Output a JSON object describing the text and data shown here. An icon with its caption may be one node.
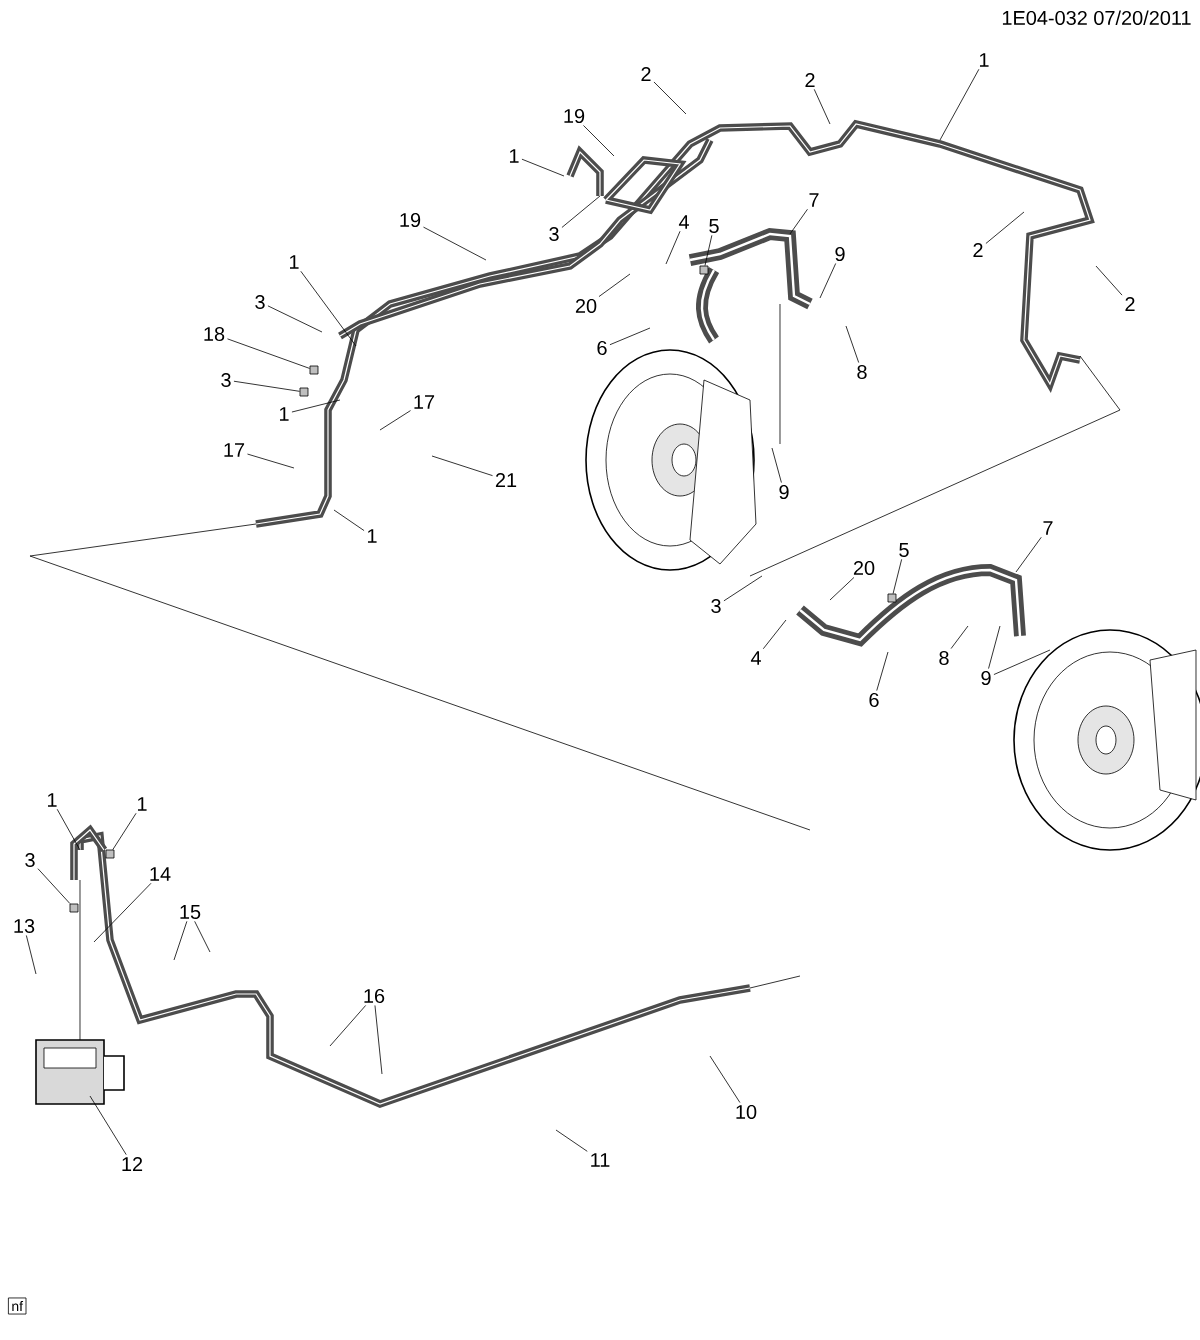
{
  "diagram": {
    "nodes": [
      {
        "text": [
          "1"
        ]
      },
      {
        "text": [
          "2"
        ]
      },
      {
        "text": [
          "2"
        ]
      },
      {
        "text": [
          "19"
        ]
      },
      {
        "text": [
          "1"
        ]
      },
      {
        "text": [
          "7"
        ]
      },
      {
        "text": [
          "19"
        ]
      },
      {
        "text": [
          "4"
        ]
      },
      {
        "text": [
          "5"
        ]
      },
      {
        "text": [
          "3"
        ]
      },
      {
        "text": [
          "2"
        ]
      },
      {
        "text": [
          "9"
        ]
      },
      {
        "text": [
          "1"
        ]
      },
      {
        "text": [
          "3"
        ]
      },
      {
        "text": [
          "2"
        ]
      },
      {
        "text": [
          "20"
        ]
      },
      {
        "text": [
          "18"
        ]
      },
      {
        "text": [
          "6"
        ]
      },
      {
        "text": [
          "8"
        ]
      },
      {
        "text": [
          "3"
        ]
      },
      {
        "text": [
          "17"
        ]
      },
      {
        "text": [
          "1"
        ]
      },
      {
        "text": [
          "17"
        ]
      },
      {
        "text": [
          "21"
        ]
      },
      {
        "text": [
          "9"
        ]
      },
      {
        "text": [
          "7"
        ]
      },
      {
        "text": [
          "1"
        ]
      },
      {
        "text": [
          "5"
        ]
      },
      {
        "text": [
          "20"
        ]
      },
      {
        "text": [
          "3"
        ]
      },
      {
        "text": [
          "4"
        ]
      },
      {
        "text": [
          "8"
        ]
      },
      {
        "text": [
          "9"
        ]
      },
      {
        "text": [
          "6"
        ]
      },
      {
        "text": [
          "1"
        ]
      },
      {
        "text": [
          "1"
        ]
      },
      {
        "text": [
          "3"
        ]
      },
      {
        "text": [
          "14"
        ]
      },
      {
        "text": [
          "15"
        ]
      },
      {
        "text": [
          "13"
        ]
      },
      {
        "text": [
          "16"
        ]
      },
      {
        "text": [
          "10"
        ]
      },
      {
        "text": [
          "11"
        ]
      },
      {
        "text": [
          "12"
        ]
      },
      {
        "text": [],
        "shape": "box"
      },
      {
        "text": [],
        "shape": "box"
      },
      {
        "text": [],
        "shape": "box"
      },
      {
        "text": [],
        "shape": "box"
      },
      {
        "text": [],
        "shape": "box"
      },
      {
        "text": [],
        "shape": "box"
      }
    ],
    "edges": [
      {
        "from": 0,
        "to": null,
        "arrow": "none"
      },
      {
        "from": 1,
        "to": null,
        "arrow": "none"
      },
      {
        "from": 2,
        "to": null,
        "arrow": "none"
      },
      {
        "from": 3,
        "to": null,
        "arrow": "none"
      },
      {
        "from": 4,
        "to": null,
        "arrow": "none"
      },
      {
        "from": 5,
        "to": null,
        "arrow": "none"
      },
      {
        "from": 6,
        "to": null,
        "arrow": "none"
      },
      {
        "from": 7,
        "to": null,
        "arrow": "none"
      },
      {
        "from": 8,
        "to": 44,
        "arrow": "none"
      },
      {
        "from": 9,
        "to": null,
        "arrow": "none"
      },
      {
        "from": 10,
        "to": null,
        "arrow": "none"
      },
      {
        "from": 11,
        "to": null,
        "arrow": "none"
      },
      {
        "from": 12,
        "to": null,
        "arrow": "none"
      },
      {
        "from": 13,
        "to": null,
        "arrow": "none"
      },
      {
        "from": 14,
        "to": null,
        "arrow": "none"
      },
      {
        "from": 15,
        "to": null,
        "arrow": "none"
      },
      {
        "from": 16,
        "to": 45,
        "arrow": "none"
      },
      {
        "from": 17,
        "to": null,
        "arrow": "none"
      },
      {
        "from": 18,
        "to": null,
        "arrow": "none"
      },
      {
        "from": 19,
        "to": 46,
        "arrow": "none"
      },
      {
        "from": 20,
        "to": null,
        "arrow": "none"
      },
      {
        "from": 21,
        "to": null,
        "arrow": "none"
      },
      {
        "from": 22,
        "to": null,
        "arrow": "none"
      },
      {
        "from": 23,
        "to": null,
        "arrow": "none"
      },
      {
        "from": 24,
        "to": null,
        "arrow": "none"
      },
      {
        "from": 25,
        "to": null,
        "arrow": "none"
      },
      {
        "from": 26,
        "to": null,
        "arrow": "none"
      },
      {
        "from": 27,
        "to": 47,
        "arrow": "none"
      },
      {
        "from": 28,
        "to": null,
        "arrow": "none"
      },
      {
        "from": 29,
        "to": null,
        "arrow": "none"
      },
      {
        "from": 30,
        "to": null,
        "arrow": "none"
      },
      {
        "from": 31,
        "to": null,
        "arrow": "none"
      },
      {
        "from": 32,
        "to": null,
        "arrow": "none"
      },
      {
        "from": 33,
        "to": null,
        "arrow": "none"
      },
      {
        "from": 34,
        "to": null,
        "arrow": "none"
      },
      {
        "from": 35,
        "to": 48,
        "arrow": "none"
      },
      {
        "from": 36,
        "to": 49,
        "arrow": "none"
      },
      {
        "from": 37,
        "to": null,
        "arrow": "none"
      },
      {
        "from": 38,
        "to": null,
        "arrow": "none"
      },
      {
        "from": 39,
        "to": null,
        "arrow": "none"
      },
      {
        "from": 40,
        "to": null,
        "arrow": "none"
      },
      {
        "from": 41,
        "to": null,
        "arrow": "none"
      },
      {
        "from": 42,
        "to": null,
        "arrow": "none"
      },
      {
        "from": 43,
        "to": null,
        "arrow": "none"
      },
      {
        "from": 32,
        "to": null,
        "arrow": "none"
      },
      {
        "from": 38,
        "to": null,
        "arrow": "none"
      },
      {
        "from": 40,
        "to": null,
        "arrow": "none"
      }
    ],
    "labels": [
      "1E04-032 07/20/2011",
      "nf"
    ]
  }
}
